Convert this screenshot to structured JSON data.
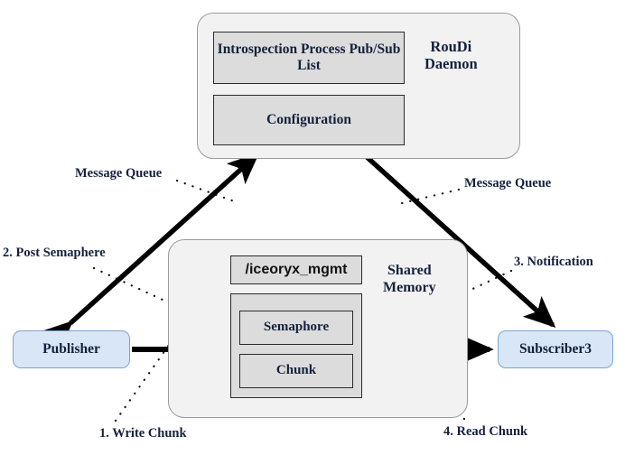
{
  "diagram": {
    "title": "iceoryx Publisher / RouDi / Subscriber data flow",
    "colors": {
      "container_fill": "#f2f2f2",
      "container_border": "#9a9a9a",
      "grey_box_fill": "#dcdcdc",
      "grey_box_border": "#2b2b2b",
      "endpoint_fill": "#d8e6f8",
      "endpoint_border": "#7aa5d2",
      "text": "#14213d",
      "arrow": "#000000"
    }
  },
  "roudi": {
    "daemon_label": "RouDi\nDaemon",
    "introspection_label": "Introspection Process\nPub/Sub List",
    "configuration_label": "Configuration"
  },
  "shared_memory": {
    "title": "Shared\nMemory",
    "mgmt_segment_label": "/iceoryx_mgmt",
    "semaphore_label": "Semaphore",
    "chunk_label": "Chunk"
  },
  "endpoints": {
    "publisher_label": "Publisher",
    "subscriber_label": "Subscriber3"
  },
  "annotations": {
    "message_queue_left": "Message Queue",
    "message_queue_right": "Message Queue",
    "step_1": "1. Write Chunk",
    "step_2": "2. Post Semaphere",
    "step_3": "3. Notification",
    "step_4": "4. Read Chunk"
  }
}
